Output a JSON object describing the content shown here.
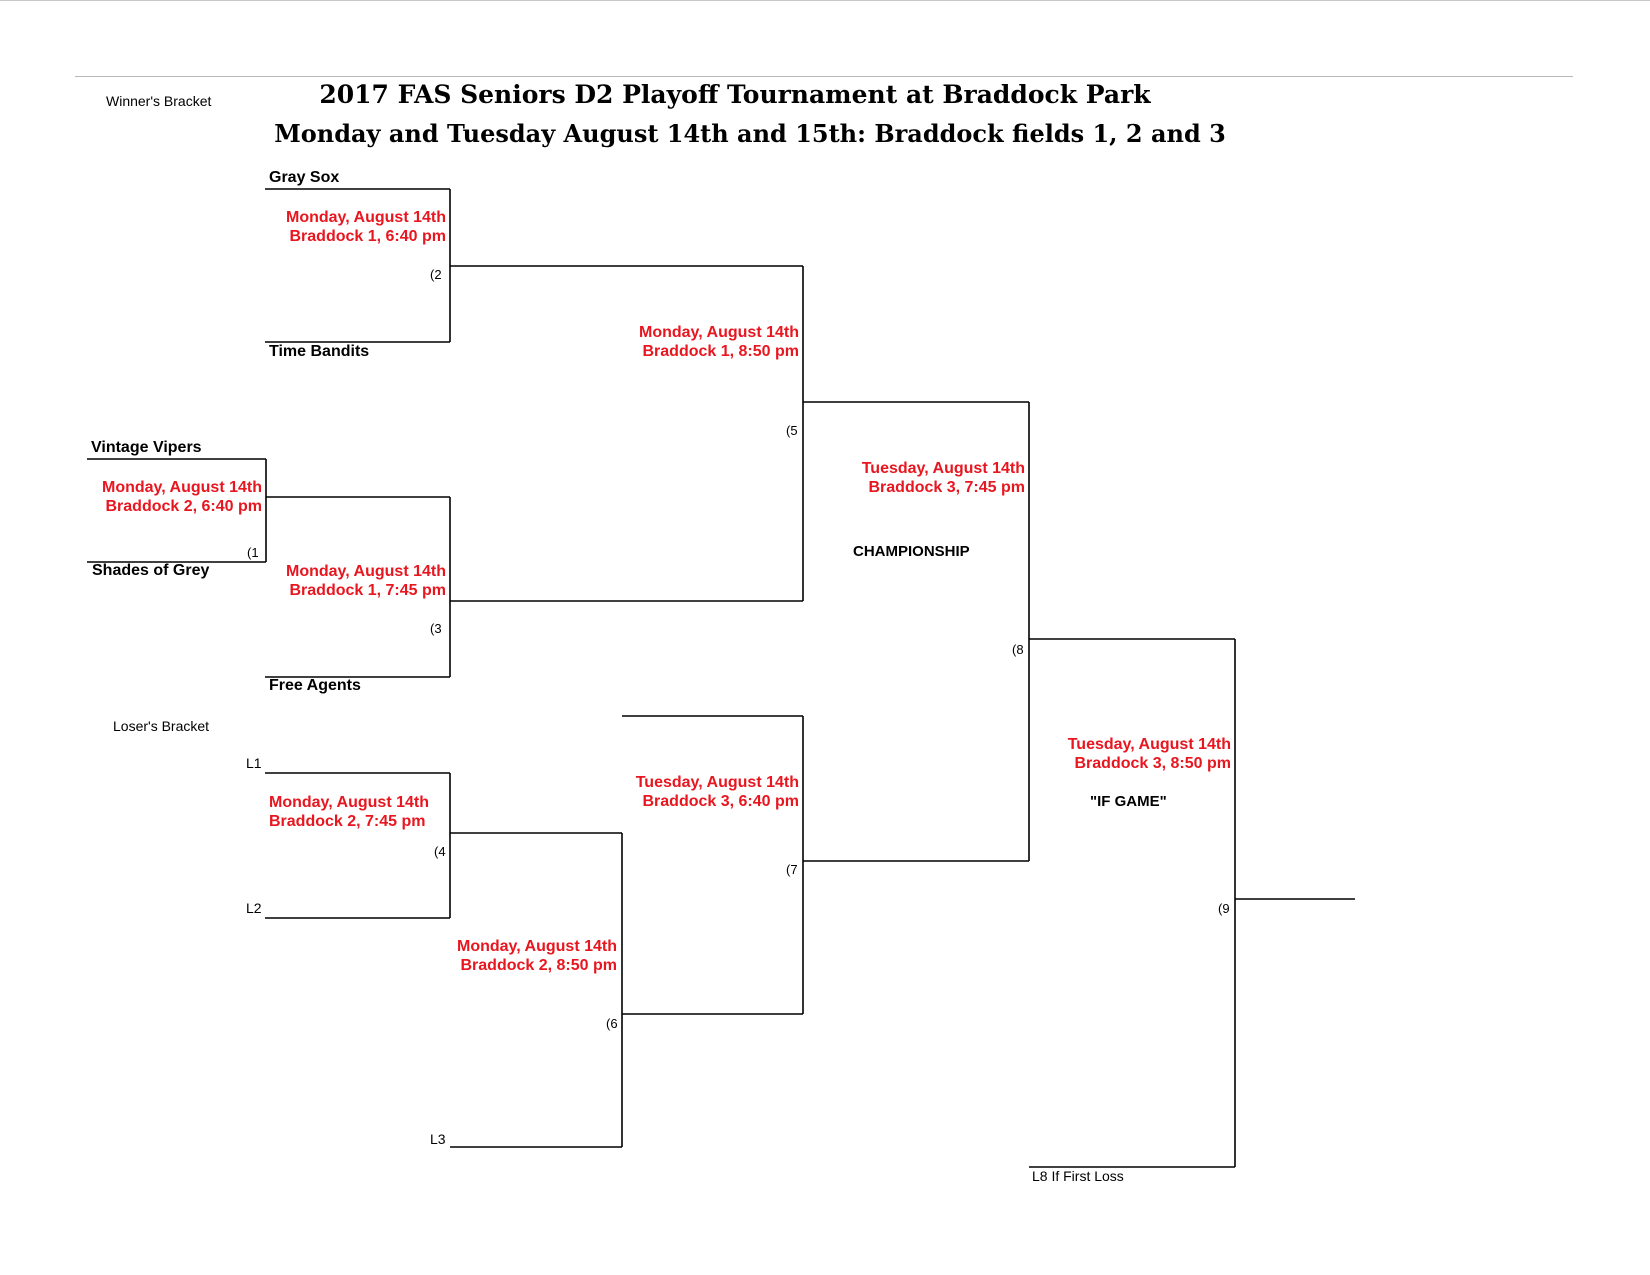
{
  "header": {
    "title": "2017 FAS Seniors D2 Playoff Tournament at Braddock Park",
    "subtitle": "Monday and Tuesday August 14th and 15th: Braddock fields 1, 2 and 3"
  },
  "brackets": {
    "winners_label": "Winner's Bracket",
    "losers_label": "Loser's Bracket"
  },
  "teams": {
    "gray_sox": "Gray Sox",
    "time_bandits": "Time Bandits",
    "vintage_vipers": "Vintage Vipers",
    "shades_of_grey": "Shades of Grey",
    "free_agents": "Free Agents"
  },
  "slots": {
    "l1": "L1",
    "l2": "L2",
    "l3": "L3",
    "l8": "L8 If First Loss"
  },
  "games": [
    {
      "num": "(1",
      "day": "Monday, August 14th",
      "place": "Braddock 2, 6:40 pm"
    },
    {
      "num": "(2",
      "day": "Monday, August 14th",
      "place": "Braddock 1, 6:40 pm"
    },
    {
      "num": "(3",
      "day": "Monday, August 14th",
      "place": "Braddock 1, 7:45 pm"
    },
    {
      "num": "(4",
      "day": "Monday, August 14th",
      "place": "Braddock 2, 7:45 pm"
    },
    {
      "num": "(5",
      "day": "Monday, August 14th",
      "place": "Braddock 1, 8:50 pm"
    },
    {
      "num": "(6",
      "day": "Monday, August 14th",
      "place": "Braddock 2, 8:50 pm"
    },
    {
      "num": "(7",
      "day": "Tuesday, August 14th",
      "place": "Braddock 3, 6:40 pm"
    },
    {
      "num": "(8",
      "day": "Tuesday, August 14th",
      "place": "Braddock 3, 7:45 pm"
    },
    {
      "num": "(9",
      "day": "Tuesday, August 14th",
      "place": "Braddock 3, 8:50 pm"
    }
  ],
  "labels": {
    "championship": "CHAMPIONSHIP",
    "if_game": "\"IF GAME\""
  },
  "colors": {
    "schedule_text": "#e8161f",
    "lines": "#000000"
  }
}
